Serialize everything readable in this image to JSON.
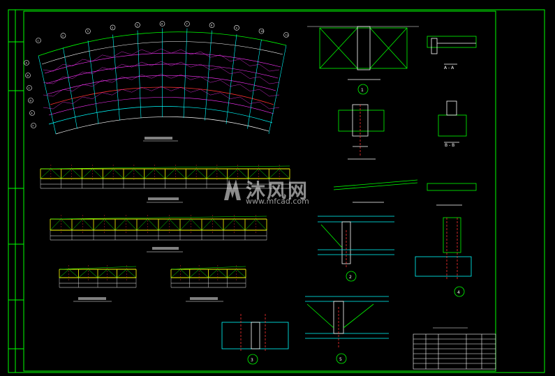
{
  "watermark": {
    "brand": "沐风网",
    "url": "www.mfcad.com"
  },
  "drawing": {
    "detail_marks": [
      "1",
      "2",
      "3",
      "4",
      "5"
    ],
    "section_label": "A - A",
    "section_label_b": "B - B",
    "grid_axis_top": [
      "1",
      "2",
      "3",
      "4",
      "5",
      "6",
      "7",
      "8",
      "9",
      "10",
      "11"
    ],
    "grid_axis_left": [
      "A",
      "B",
      "C",
      "D",
      "E",
      "F"
    ]
  },
  "colors": {
    "frame": "#00ff00",
    "truss_cyan": "#00ffff",
    "truss_magenta": "#ff33ff",
    "chord_yellow": "#ffff00",
    "accent_red": "#ff3030",
    "text_white": "#ffffff"
  }
}
